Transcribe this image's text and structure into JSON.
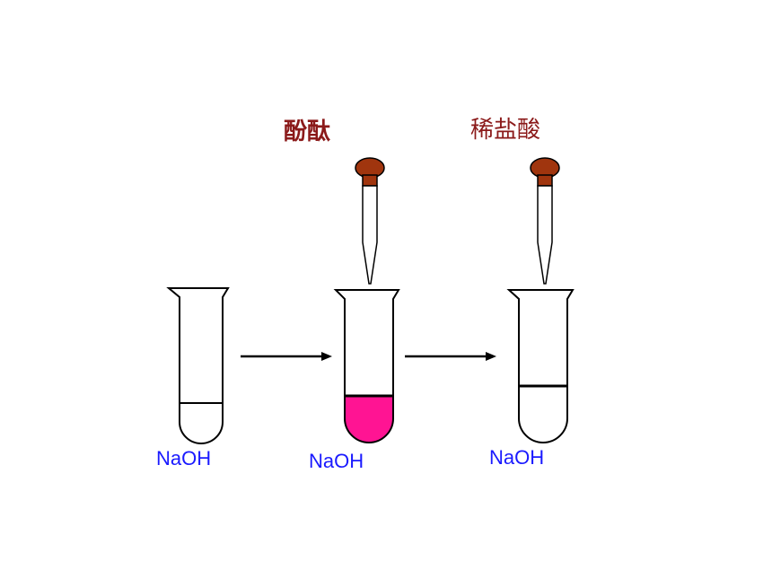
{
  "reagents": {
    "phenolphthalein": "酚酞",
    "dilute_hcl": "稀盐酸"
  },
  "solutions": [
    "NaOH",
    "NaOH",
    "NaOH"
  ],
  "colors": {
    "outline": "#000000",
    "pink_solution": "#ff1493",
    "dropper_bulb": "#a0350e",
    "reagent_text": "#8b1a1a",
    "solution_text": "#1a1aff"
  }
}
